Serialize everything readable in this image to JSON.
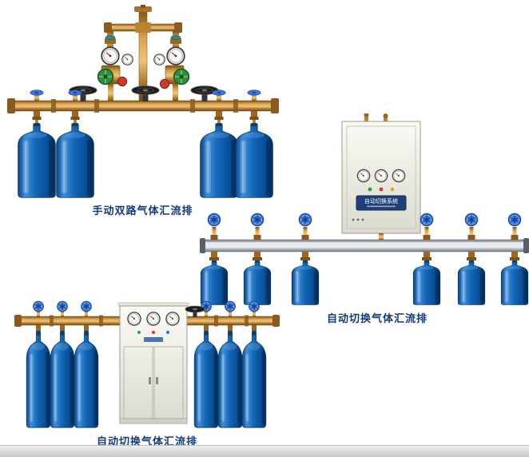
{
  "page": {
    "background": "#ffffff",
    "footer_strip_color": "#d6d6d6"
  },
  "products": [
    {
      "id": "manual-dual-gas-manifold",
      "caption": "手动双路气体汇流排"
    },
    {
      "id": "auto-switch-gas-manifold",
      "caption": "自动切换气体汇流排",
      "cabinet_label": "自动切换系统"
    },
    {
      "id": "auto-switch-gas-manifold-2",
      "caption": "自动切换气体汇流排"
    }
  ],
  "colors": {
    "caption_text": "#123a7a",
    "brass_pipe": "#d9a24e",
    "silver_pipe": "#d9dde1",
    "cylinder_blue": "#1266b8",
    "handwheel_blue": "#3b79d8",
    "cabinet": "#ecece2"
  }
}
